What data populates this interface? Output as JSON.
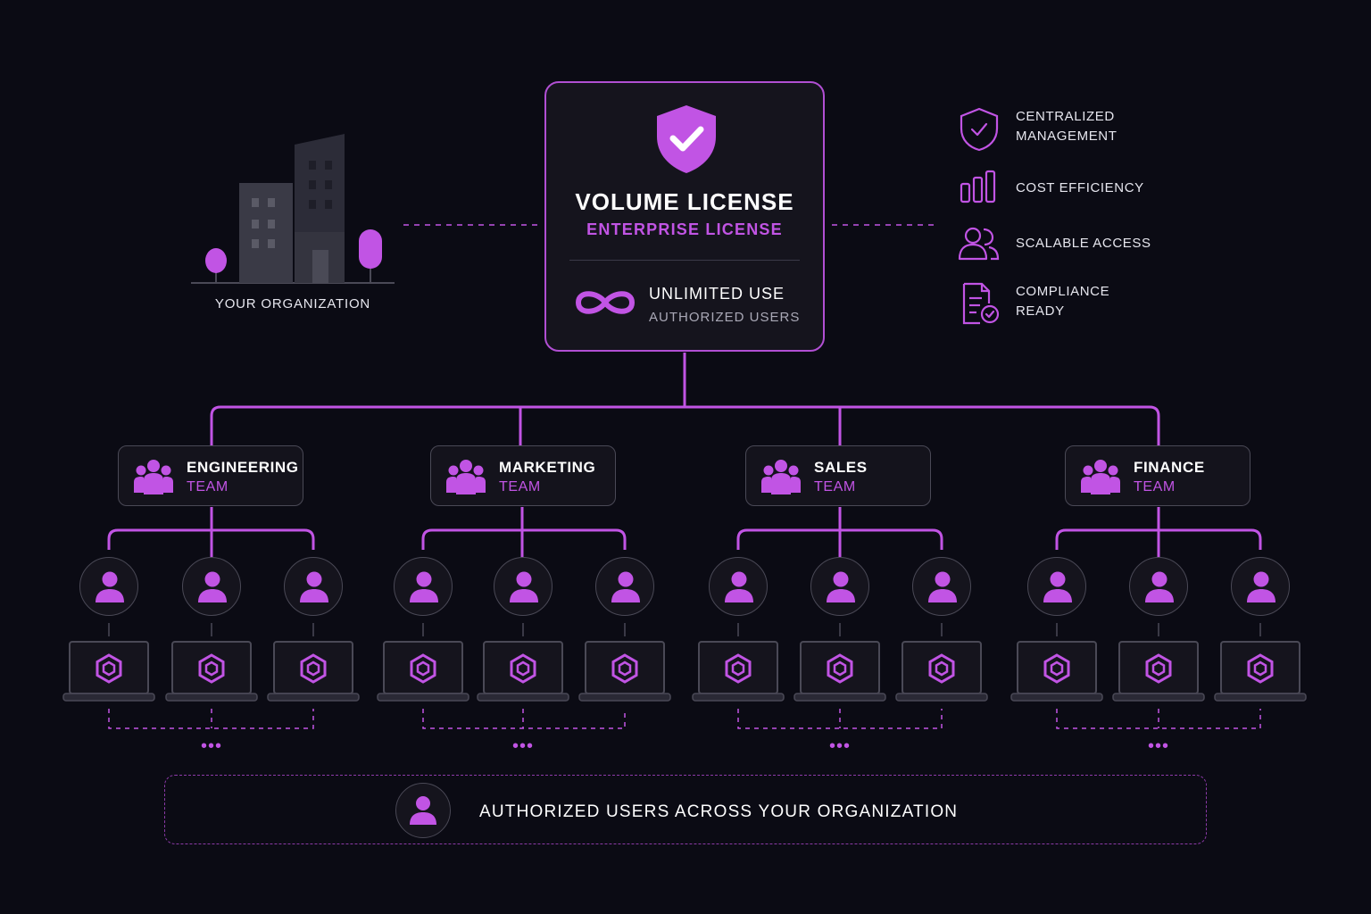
{
  "organization": {
    "label": "YOUR ORGANIZATION",
    "icon": "building-icon"
  },
  "license": {
    "icon": "shield-check-icon",
    "title": "VOLUME LICENSE",
    "subtitle": "ENTERPRISE LICENSE",
    "usage_icon": "infinity-icon",
    "usage_title": "UNLIMITED USE",
    "usage_subtitle": "AUTHORIZED USERS"
  },
  "features": [
    {
      "icon": "shield-check-outline-icon",
      "line1": "CENTRALIZED",
      "line2": "MANAGEMENT"
    },
    {
      "icon": "bar-chart-icon",
      "line1": "COST EFFICIENCY",
      "line2": ""
    },
    {
      "icon": "users-icon",
      "line1": "SCALABLE ACCESS",
      "line2": ""
    },
    {
      "icon": "document-check-icon",
      "line1": "COMPLIANCE",
      "line2": "READY"
    }
  ],
  "teams": [
    {
      "name": "ENGINEERING",
      "suffix": "TEAM",
      "users_shown": 3
    },
    {
      "name": "MARKETING",
      "suffix": "TEAM",
      "users_shown": 3
    },
    {
      "name": "SALES",
      "suffix": "TEAM",
      "users_shown": 3
    },
    {
      "name": "FINANCE",
      "suffix": "TEAM",
      "users_shown": 3
    }
  ],
  "ellipsis": "•••",
  "footer": {
    "icon": "user-icon",
    "text": "AUTHORIZED USERS ACROSS YOUR ORGANIZATION"
  },
  "colors": {
    "background": "#0b0b14",
    "accent": "#c154e4",
    "border": "#4a4956",
    "card": "#15141d"
  }
}
